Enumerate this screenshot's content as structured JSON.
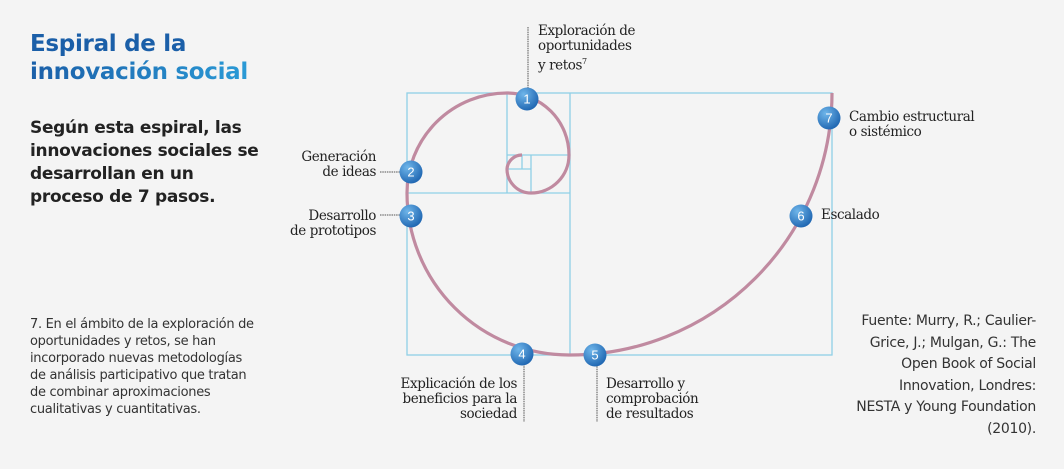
{
  "title": {
    "line1": "Espiral de la",
    "line2": "innovación social"
  },
  "intro": "Según esta espiral, las innovaciones sociales se desarrollan en un proceso de 7 pasos.",
  "footnote": "7. En el ámbito de la exploración de oportunidades y retos, se han incorporado nuevas metodologías de análisis participativo que tratan de combinar aproximaciones cualitativas y cuantitativas.",
  "source": "Fuente: Murry, R.; Caulier-Grice, J.; Mulgan, G.: The Open Book of Social Innovation, Londres: NESTA y Young Foundation (2010).",
  "colors": {
    "title": "#1b5fa8",
    "spiral": "#c08aa0",
    "grid": "#8fd0e6",
    "node": "#2a7cc7"
  },
  "steps": [
    {
      "num": "1",
      "line1": "Exploración de",
      "line2": "oportunidades",
      "line3": "y retos",
      "sup": "7"
    },
    {
      "num": "2",
      "line1": "Generación",
      "line2": "de ideas"
    },
    {
      "num": "3",
      "line1": "Desarrollo",
      "line2": "de prototipos"
    },
    {
      "num": "4",
      "line1": "Explicación de los",
      "line2": "beneficios para la",
      "line3": "sociedad"
    },
    {
      "num": "5",
      "line1": "Desarrollo y",
      "line2": "comprobación",
      "line3": "de resultados"
    },
    {
      "num": "6",
      "line1": "Escalado"
    },
    {
      "num": "7",
      "line1": "Cambio estructural",
      "line2": "o sistémico"
    }
  ]
}
